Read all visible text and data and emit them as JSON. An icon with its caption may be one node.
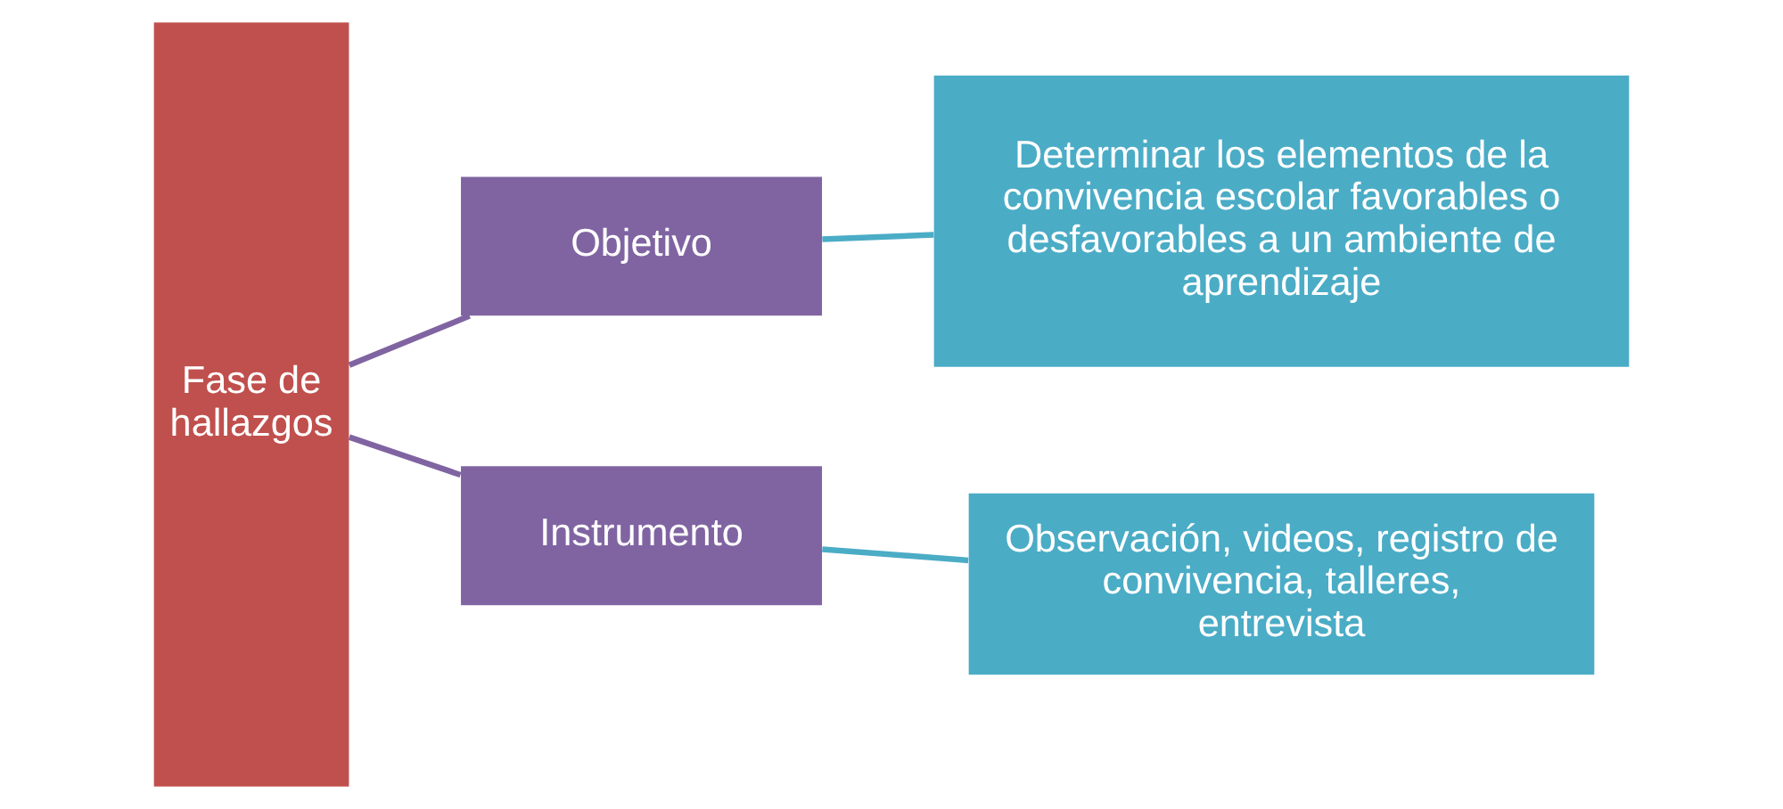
{
  "diagram": {
    "nodes": [
      {
        "text": [
          "Fase de hallazgos"
        ]
      },
      {
        "text": [
          "Objetivo"
        ]
      },
      {
        "text": [
          "Instrumento"
        ]
      },
      {
        "text": [
          "Determinar los elementos de la convivencia escolar favorables o desfavorables a un ambiente de aprendizaje"
        ]
      },
      {
        "text": [
          "Observación, videos, registro de convivencia, talleres, entrevista"
        ]
      }
    ],
    "edges": [
      {
        "from": 0,
        "to": 1,
        "arrow": "none",
        "color": "#8064a2"
      },
      {
        "from": 0,
        "to": 2,
        "arrow": "none",
        "color": "#8064a2"
      },
      {
        "from": 1,
        "to": 3,
        "arrow": "none",
        "color": "#4bacc6"
      },
      {
        "from": 2,
        "to": 4,
        "arrow": "none",
        "color": "#4bacc6"
      }
    ]
  }
}
